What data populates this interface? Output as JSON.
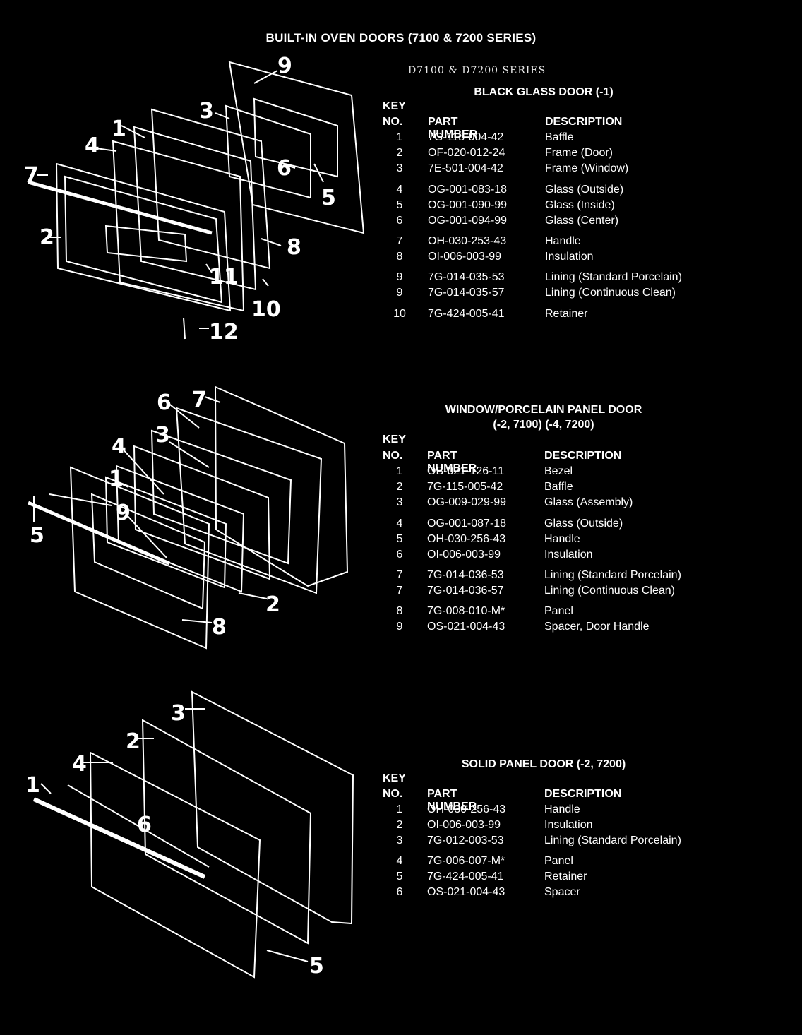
{
  "page_title": "BUILT-IN OVEN DOORS (7100 & 7200 SERIES)",
  "series_note": "D7100 & D7200 SERIES",
  "headers": {
    "key": "KEY",
    "no": "NO.",
    "part": "PART NUMBER",
    "desc": "DESCRIPTION"
  },
  "sections": [
    {
      "title_lines": [
        "BLACK GLASS DOOR (-1)"
      ],
      "parts": [
        {
          "key": "1",
          "part": "7G-115-004-42",
          "desc": "Baffle"
        },
        {
          "key": "2",
          "part": "OF-020-012-24",
          "desc": "Frame (Door)"
        },
        {
          "key": "3",
          "part": "7E-501-004-42",
          "desc": "Frame (Window)"
        },
        {
          "key": "4",
          "part": "OG-001-083-18",
          "desc": "Glass (Outside)"
        },
        {
          "key": "5",
          "part": "OG-001-090-99",
          "desc": "Glass (Inside)"
        },
        {
          "key": "6",
          "part": "OG-001-094-99",
          "desc": "Glass (Center)"
        },
        {
          "key": "7",
          "part": "OH-030-253-43",
          "desc": "Handle"
        },
        {
          "key": "8",
          "part": "OI-006-003-99",
          "desc": "Insulation"
        },
        {
          "key": "9",
          "part": "7G-014-035-53",
          "desc": "Lining (Standard Porcelain)"
        },
        {
          "key": "9",
          "part": "7G-014-035-57",
          "desc": "Lining (Continuous Clean)"
        },
        {
          "key": "10",
          "part": "7G-424-005-41",
          "desc": "Retainer"
        }
      ],
      "callouts": [
        "9",
        "3",
        "1",
        "4",
        "7",
        "6",
        "5",
        "2",
        "8",
        "11",
        "10",
        "12"
      ]
    },
    {
      "title_lines": [
        "WINDOW/PORCELAIN PANEL DOOR",
        "(-2, 7100) (-4, 7200)"
      ],
      "parts": [
        {
          "key": "1",
          "part": "OB-021-126-11",
          "desc": "Bezel"
        },
        {
          "key": "2",
          "part": "7G-115-005-42",
          "desc": "Baffle"
        },
        {
          "key": "3",
          "part": "OG-009-029-99",
          "desc": "Glass (Assembly)"
        },
        {
          "key": "4",
          "part": "OG-001-087-18",
          "desc": "Glass (Outside)"
        },
        {
          "key": "5",
          "part": "OH-030-256-43",
          "desc": "Handle"
        },
        {
          "key": "6",
          "part": "OI-006-003-99",
          "desc": "Insulation"
        },
        {
          "key": "7",
          "part": "7G-014-036-53",
          "desc": "Lining (Standard Porcelain)"
        },
        {
          "key": "7",
          "part": "7G-014-036-57",
          "desc": "Lining (Continuous Clean)"
        },
        {
          "key": "8",
          "part": "7G-008-010-M*",
          "desc": "Panel"
        },
        {
          "key": "9",
          "part": "OS-021-004-43",
          "desc": "Spacer, Door Handle"
        }
      ],
      "callouts": [
        "7",
        "6",
        "3",
        "4",
        "1",
        "9",
        "5",
        "2",
        "8"
      ]
    },
    {
      "title_lines": [
        "SOLID PANEL DOOR (-2, 7200)"
      ],
      "parts": [
        {
          "key": "1",
          "part": "OH-030-256-43",
          "desc": "Handle"
        },
        {
          "key": "2",
          "part": "OI-006-003-99",
          "desc": "Insulation"
        },
        {
          "key": "3",
          "part": "7G-012-003-53",
          "desc": "Lining (Standard Porcelain)"
        },
        {
          "key": "4",
          "part": "7G-006-007-M*",
          "desc": "Panel"
        },
        {
          "key": "5",
          "part": "7G-424-005-41",
          "desc": "Retainer"
        },
        {
          "key": "6",
          "part": "OS-021-004-43",
          "desc": "Spacer"
        }
      ],
      "callouts": [
        "3",
        "2",
        "4",
        "1",
        "6",
        "5"
      ]
    }
  ]
}
